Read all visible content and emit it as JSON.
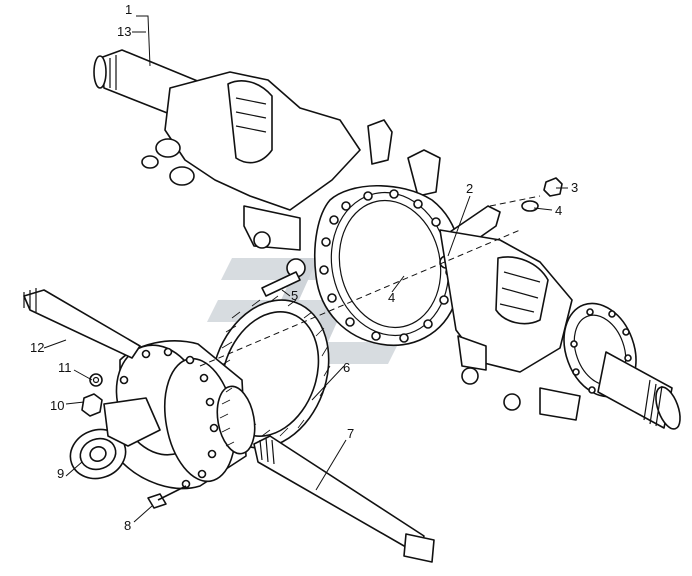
{
  "diagram": {
    "callouts": [
      {
        "id": "c1",
        "text": "1"
      },
      {
        "id": "c13",
        "text": "13"
      },
      {
        "id": "c2",
        "text": "2"
      },
      {
        "id": "c3",
        "text": "3"
      },
      {
        "id": "c4a",
        "text": "4"
      },
      {
        "id": "c4b",
        "text": "4"
      },
      {
        "id": "c5",
        "text": "5"
      },
      {
        "id": "c6",
        "text": "6"
      },
      {
        "id": "c7",
        "text": "7"
      },
      {
        "id": "c8",
        "text": "8"
      },
      {
        "id": "c9",
        "text": "9"
      },
      {
        "id": "c10",
        "text": "10"
      },
      {
        "id": "c11",
        "text": "11"
      },
      {
        "id": "c12",
        "text": "12"
      }
    ]
  },
  "watermark": {
    "color": "#b8c0c8"
  }
}
